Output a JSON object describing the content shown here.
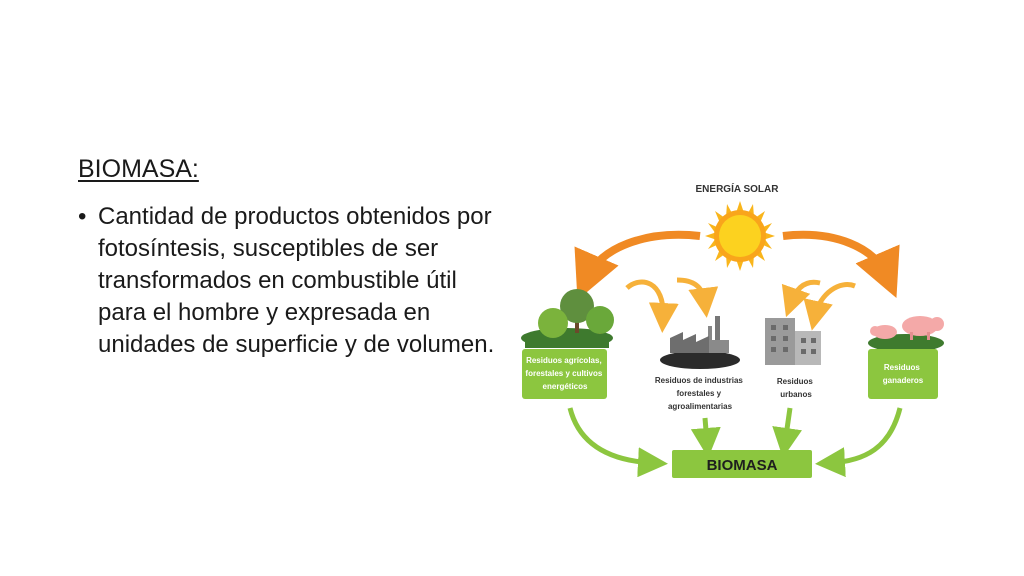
{
  "slide": {
    "title": "BIOMASA:",
    "bullet": "Cantidad de productos obtenidos por fotosíntesis, susceptibles de ser transformados en combustible útil para el hombre y expresada en unidades de superficie y de volumen."
  },
  "diagram": {
    "sun_label": "ENERGÍA SOLAR",
    "agricola_lines": [
      "Residuos agrícolas,",
      "forestales y cultivos",
      "energéticos"
    ],
    "industrias_lines": [
      "Residuos de industrias",
      "forestales y",
      "agroalimentarias"
    ],
    "urbanos_lines": [
      "Residuos",
      "urbanos"
    ],
    "ganaderos_lines": [
      "Residuos",
      "ganaderos"
    ],
    "biomasa_label": "BIOMASA"
  },
  "colors": {
    "green": "#8cc63f",
    "dark_green": "#3e7a2e",
    "orange": "#f08a24",
    "sun_yellow": "#f9c51b",
    "gray": "#7a7a7a"
  }
}
